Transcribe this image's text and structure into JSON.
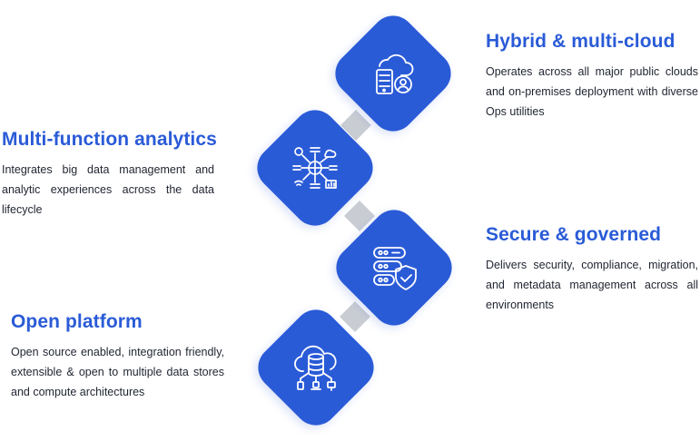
{
  "features": {
    "hybrid": {
      "title": "Hybrid & multi-cloud",
      "description": "Operates across all major public clouds and on-premises deployment with diverse Ops utilities",
      "icon": "cloud-server-user-icon"
    },
    "analytics": {
      "title": "Multi-function analytics",
      "description": "Integrates big data management and analytic experiences across the data lifecycle",
      "icon": "analytics-network-icon"
    },
    "secure": {
      "title": "Secure & governed",
      "description": "Delivers security, compliance, migration, and metadata management across all environments",
      "icon": "server-shield-icon"
    },
    "open": {
      "title": "Open platform",
      "description": "Open source enabled, integration friendly, extensible & open to multiple data stores and compute architectures",
      "icon": "cloud-database-icon"
    }
  },
  "colors": {
    "accent": "#2a5bd7",
    "connector": "#c9cdd3",
    "text": "#1f2430",
    "background": "#ffffff"
  }
}
